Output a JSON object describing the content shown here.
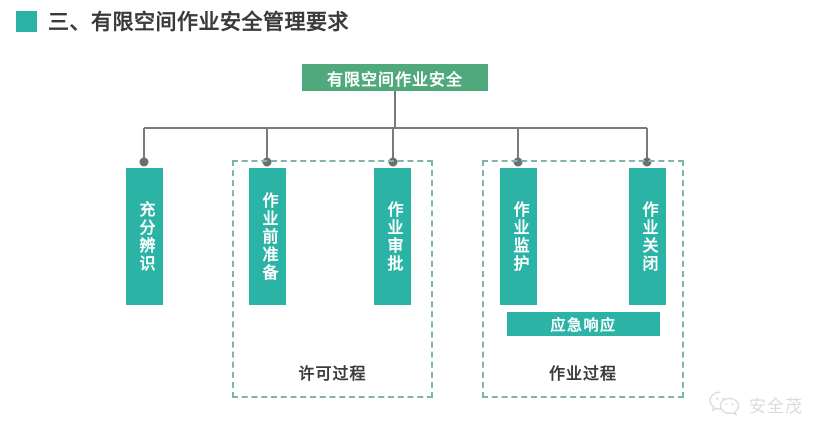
{
  "header": {
    "bullet_color": "#2BB4A6",
    "title": "三、有限空间作业安全管理要求"
  },
  "diagram": {
    "type": "org-tree",
    "root": {
      "label": "有限空间作业安全",
      "color": "#4FA97C"
    },
    "connector_color": "#7a7a7a",
    "node_color": "#2BB4A6",
    "frame_color": "#7FB3AE",
    "leaves": [
      {
        "label": "充分辨识",
        "group": null
      },
      {
        "label": "作业前准备",
        "group": "permit"
      },
      {
        "label": "作业审批",
        "group": "permit"
      },
      {
        "label": "作业监护",
        "group": "work"
      },
      {
        "label": "作业关闭",
        "group": "work"
      }
    ],
    "extra_nodes": [
      {
        "label": "应急响应",
        "group": "work"
      }
    ],
    "groups": [
      {
        "id": "permit",
        "label": "许可过程"
      },
      {
        "id": "work",
        "label": "作业过程"
      }
    ]
  },
  "watermark": {
    "icon": "wechat-icon",
    "text": "安全茂"
  }
}
